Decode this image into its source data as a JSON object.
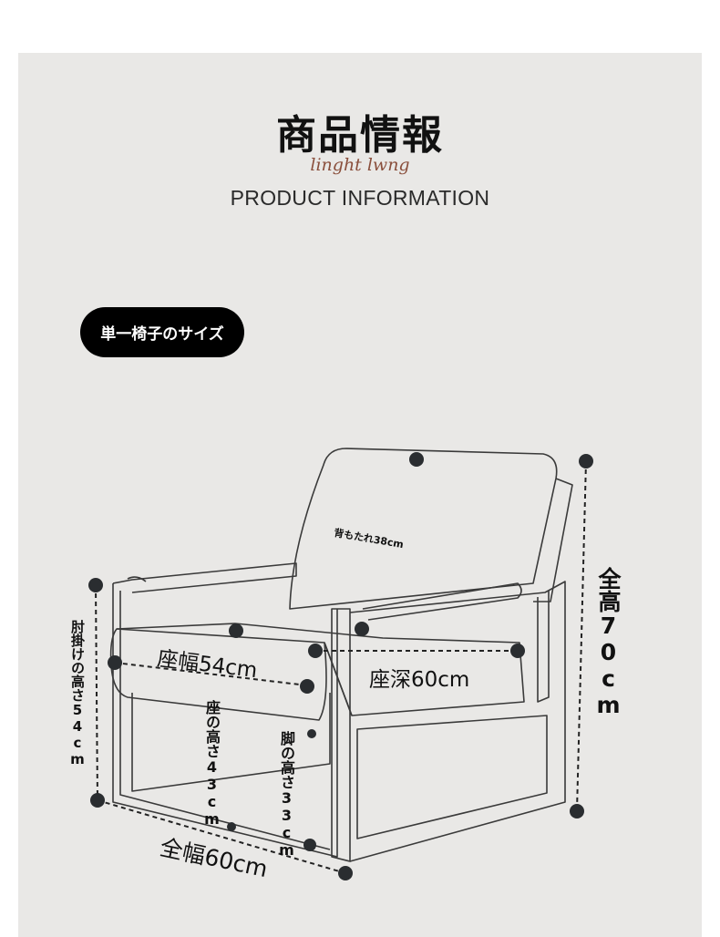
{
  "header": {
    "title": "商品情報",
    "script": "linght lwng",
    "subtitle": "PRODUCT INFORMATION"
  },
  "section": {
    "pill_label": "単一椅子のサイズ"
  },
  "dimensions": {
    "backrest": "背もたれ38cm",
    "seat_width": "座幅54cm",
    "seat_depth": "座深60cm",
    "total_height": "全高70cm",
    "armrest_height": "肘掛けの高さ54cm",
    "seat_height": "座の高さ43cm",
    "leg_height": "脚の高さ33cm",
    "total_width": "全幅60cm"
  }
}
